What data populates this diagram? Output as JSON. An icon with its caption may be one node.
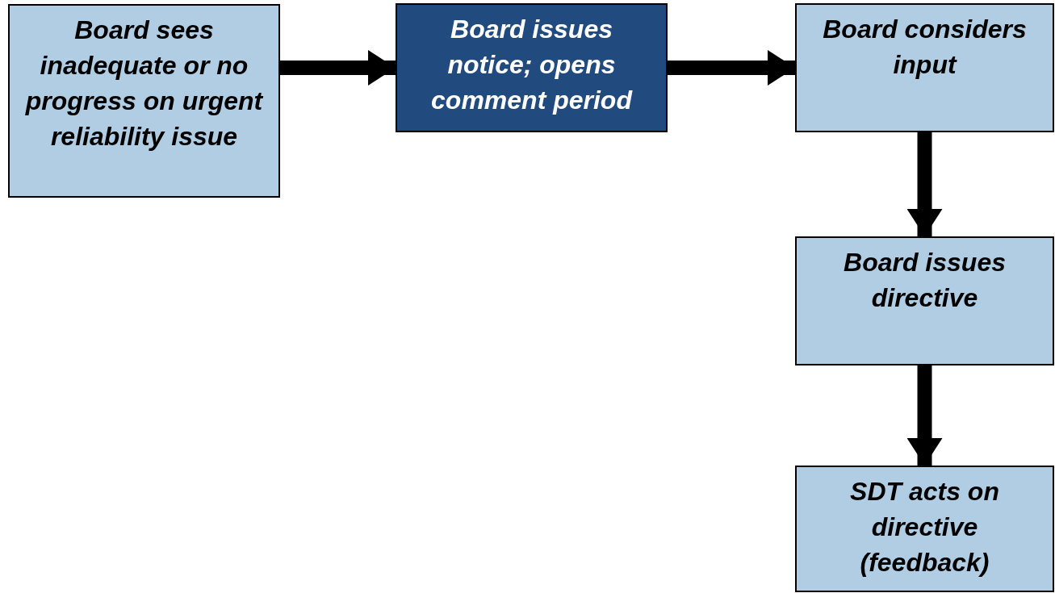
{
  "diagram": {
    "nodes": [
      {
        "text": [
          "Board sees inadequate or no progress on urgent reliability issue"
        ]
      },
      {
        "text": [
          "Board issues notice; opens comment period"
        ]
      },
      {
        "text": [
          "Board considers input"
        ]
      },
      {
        "text": [
          "Board issues directive"
        ]
      },
      {
        "text": [
          "SDT acts on directive (feedback)"
        ]
      }
    ],
    "edges": [
      {
        "from": 0,
        "to": 1,
        "arrow": "to"
      },
      {
        "from": 1,
        "to": 2,
        "arrow": "to"
      },
      {
        "from": 2,
        "to": 3,
        "arrow": "to"
      },
      {
        "from": 3,
        "to": 4,
        "arrow": "to"
      }
    ]
  }
}
